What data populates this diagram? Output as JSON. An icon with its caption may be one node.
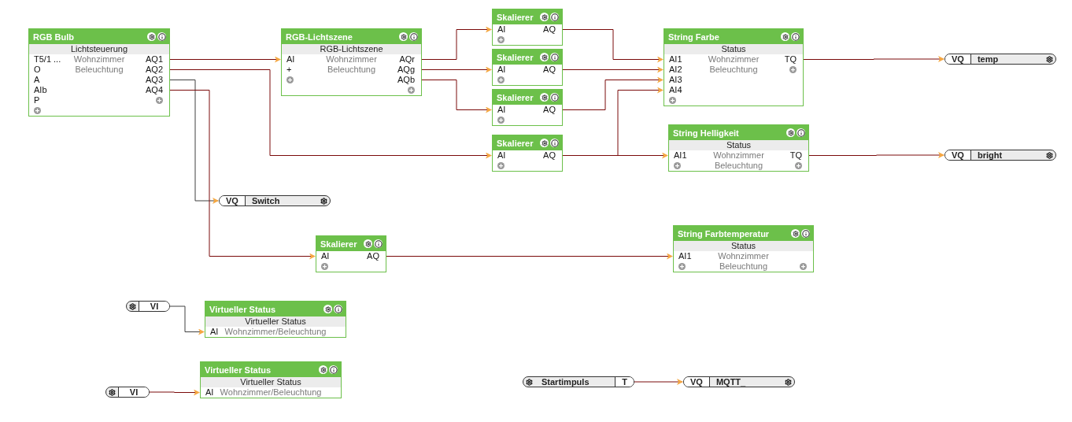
{
  "diagram": {
    "nodes": [
      {
        "text": [
          "RGB Bulb",
          "Lichtsteuerung",
          "T5/1 ...",
          "Wohnzimmer",
          "AQ1",
          "O",
          "Beleuchtung",
          "AQ2",
          "A",
          "AQ3",
          "AIb",
          "AQ4",
          "P"
        ]
      },
      {
        "text": [
          "RGB-Lichtszene",
          "RGB-Lichtszene",
          "AI",
          "Wohnzimmer",
          "AQr",
          "+",
          "Beleuchtung",
          "AQg",
          "AQb"
        ]
      },
      {
        "text": [
          "Skalierer",
          "AI",
          "AQ"
        ]
      },
      {
        "text": [
          "Skalierer",
          "AI",
          "AQ"
        ]
      },
      {
        "text": [
          "Skalierer",
          "AI",
          "AQ"
        ]
      },
      {
        "text": [
          "String Farbe",
          "Status",
          "AI1",
          "Wohnzimmer",
          "TQ",
          "AI2",
          "Beleuchtung",
          "AI3",
          "AI4"
        ]
      },
      {
        "text": [
          "VQ",
          "temp"
        ]
      },
      {
        "text": [
          "Skalierer",
          "AI",
          "AQ"
        ]
      },
      {
        "text": [
          "String Helligkeit",
          "Status",
          "AI1",
          "Wohnzimmer",
          "TQ",
          "Beleuchtung"
        ]
      },
      {
        "text": [
          "VQ",
          "bright"
        ]
      },
      {
        "text": [
          "VQ",
          "Switch"
        ]
      },
      {
        "text": [
          "Skalierer",
          "AI",
          "AQ"
        ]
      },
      {
        "text": [
          "String Farbtemperatur",
          "Status",
          "AI1",
          "Wohnzimmer",
          "Beleuchtung"
        ]
      },
      {
        "text": [
          "VI"
        ]
      },
      {
        "text": [
          "Virtueller Status",
          "Virtueller Status",
          "AI",
          "Wohnzimmer/Beleuchtung"
        ]
      },
      {
        "text": [
          "VI"
        ]
      },
      {
        "text": [
          "Virtueller Status",
          "Virtueller Status",
          "AI",
          "Wohnzimmer/Beleuchtung"
        ]
      },
      {
        "text": [
          "Startimpuls",
          "T"
        ]
      },
      {
        "text": [
          "VQ",
          "MQTT_"
        ]
      }
    ],
    "edges": [
      {
        "from": 0,
        "to": 1,
        "arrow": "to"
      },
      {
        "from": 0,
        "to": 7,
        "arrow": "to"
      },
      {
        "from": 0,
        "to": 10,
        "arrow": "to",
        "color": "#404040"
      },
      {
        "from": 0,
        "to": 11,
        "arrow": "to"
      },
      {
        "from": 1,
        "to": 2,
        "arrow": "to"
      },
      {
        "from": 1,
        "to": 3,
        "arrow": "to"
      },
      {
        "from": 1,
        "to": 4,
        "arrow": "to"
      },
      {
        "from": 2,
        "to": 5,
        "arrow": "to"
      },
      {
        "from": 3,
        "to": 5,
        "arrow": "to"
      },
      {
        "from": 4,
        "to": 5,
        "arrow": "to"
      },
      {
        "from": 7,
        "to": 5,
        "arrow": "to"
      },
      {
        "from": 7,
        "to": 8,
        "arrow": "to"
      },
      {
        "from": 5,
        "to": 6,
        "arrow": "to"
      },
      {
        "from": 8,
        "to": 9,
        "arrow": "to"
      },
      {
        "from": 11,
        "to": 12,
        "arrow": "to"
      },
      {
        "from": 13,
        "to": 14,
        "arrow": "to",
        "color": "#404040"
      },
      {
        "from": 15,
        "to": 16,
        "arrow": "to"
      },
      {
        "from": 17,
        "to": 18,
        "arrow": "to"
      }
    ]
  }
}
